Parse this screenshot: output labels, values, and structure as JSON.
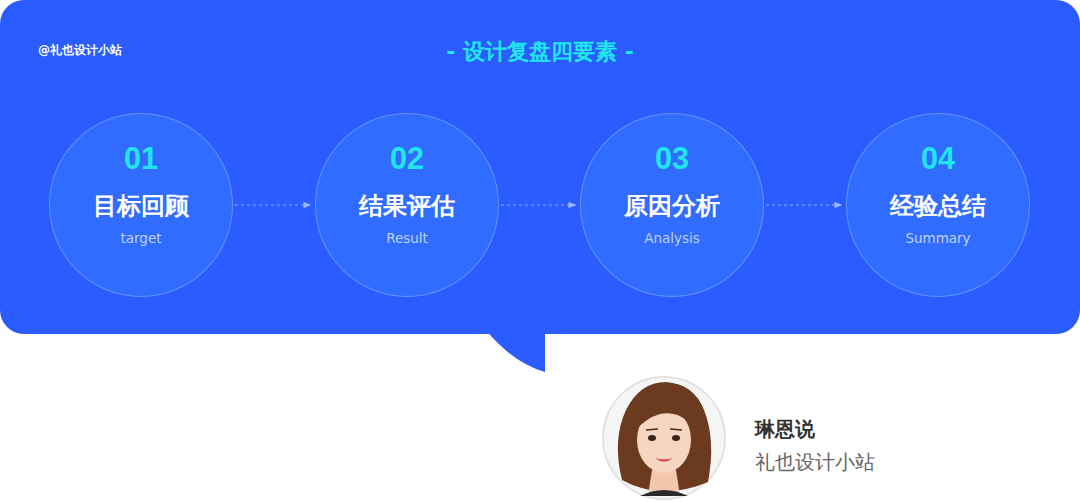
{
  "diagram": {
    "title": "- 设计复盘四要素 -",
    "nodes": [
      {
        "text": [
          "01",
          "目标回顾",
          "target"
        ]
      },
      {
        "text": [
          "02",
          "结果评估",
          "Result"
        ]
      },
      {
        "text": [
          "03",
          "原因分析",
          "Analysis"
        ]
      },
      {
        "text": [
          "04",
          "经验总结",
          "Summary"
        ]
      }
    ],
    "edges": [
      {
        "from": 0,
        "to": 1,
        "arrow": "to"
      },
      {
        "from": 1,
        "to": 2,
        "arrow": "to"
      },
      {
        "from": 2,
        "to": 3,
        "arrow": "to"
      }
    ],
    "labels": [
      "@礼也设计小站",
      "琳恩说",
      "礼也设计小站"
    ]
  }
}
